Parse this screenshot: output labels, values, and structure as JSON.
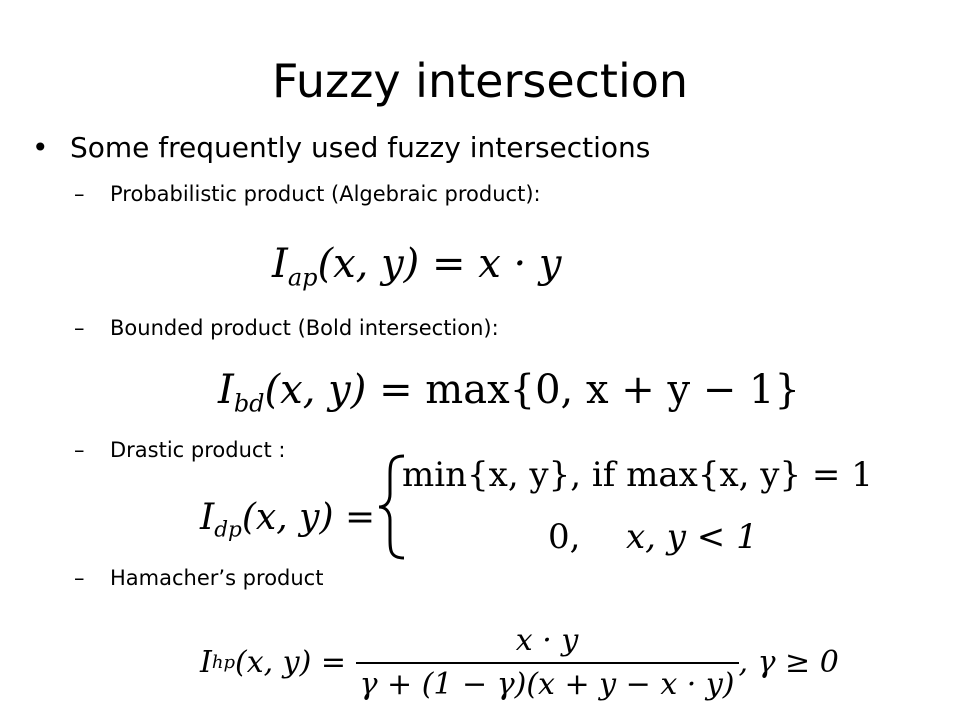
{
  "slide": {
    "title": "Fuzzy intersection",
    "bullet": "Some frequently used fuzzy intersections",
    "subitems": [
      "Probabilistic  product (Algebraic product):",
      "Bounded product (Bold intersection):",
      "Drastic product :",
      "Hamacher’s product"
    ],
    "bullet_symbol": "•",
    "dash_symbol": "–"
  },
  "formulas": {
    "algebraic": {
      "lhs_I": "I",
      "lhs_sub": "ap",
      "lhs_args": "(x, y)",
      "rhs": "= x · y"
    },
    "bounded": {
      "lhs_I": "I",
      "lhs_sub": "bd",
      "lhs_args": "(x, y)",
      "rhs": "= max{0, x + y − 1}"
    },
    "drastic": {
      "lhs_I": "I",
      "lhs_sub": "dp",
      "lhs_args": "(x, y) =",
      "case1": "min{x, y}, if max{x, y} = 1",
      "case2_val": "0,",
      "case2_cond": "x, y < 1"
    },
    "hamacher": {
      "lhs_I": "I",
      "lhs_sub": "hp",
      "lhs_args": "(x, y) =",
      "numerator": "x · y",
      "denominator": "γ + (1 − γ)(x + y − x · y)",
      "condition": ", γ ≥ 0"
    }
  }
}
